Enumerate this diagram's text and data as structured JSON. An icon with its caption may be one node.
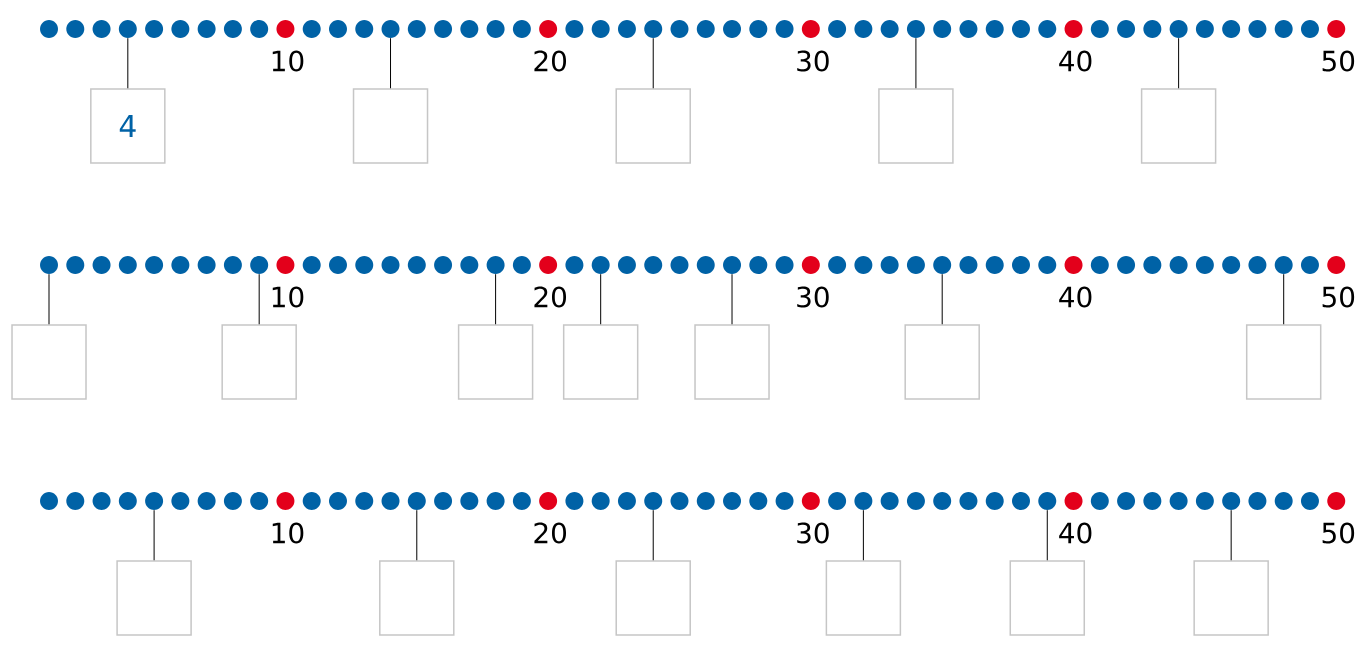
{
  "diagram": {
    "nodes": [
      {
        "text": [],
        "shape": "circle"
      },
      {
        "text": [],
        "shape": "circle"
      },
      {
        "text": [],
        "shape": "circle"
      },
      {
        "text": [],
        "shape": "circle"
      },
      {
        "text": [],
        "shape": "circle"
      },
      {
        "text": [],
        "shape": "circle"
      },
      {
        "text": [],
        "shape": "circle"
      },
      {
        "text": [],
        "shape": "circle"
      },
      {
        "text": [],
        "shape": "circle"
      },
      {
        "text": [],
        "shape": "circle"
      },
      {
        "text": [],
        "shape": "circle"
      },
      {
        "text": [],
        "shape": "circle"
      },
      {
        "text": [],
        "shape": "circle"
      },
      {
        "text": [],
        "shape": "circle"
      },
      {
        "text": [],
        "shape": "circle"
      },
      {
        "text": [],
        "shape": "circle"
      },
      {
        "text": [],
        "shape": "circle"
      },
      {
        "text": [],
        "shape": "circle"
      },
      {
        "text": [],
        "shape": "circle"
      },
      {
        "text": [],
        "shape": "circle"
      },
      {
        "text": [],
        "shape": "circle"
      },
      {
        "text": [],
        "shape": "circle"
      },
      {
        "text": [],
        "shape": "circle"
      },
      {
        "text": [],
        "shape": "circle"
      },
      {
        "text": [],
        "shape": "circle"
      },
      {
        "text": [],
        "shape": "circle"
      },
      {
        "text": [],
        "shape": "circle"
      },
      {
        "text": [],
        "shape": "circle"
      },
      {
        "text": [],
        "shape": "circle"
      },
      {
        "text": [],
        "shape": "circle"
      },
      {
        "text": [],
        "shape": "circle"
      },
      {
        "text": [],
        "shape": "circle"
      },
      {
        "text": [],
        "shape": "circle"
      },
      {
        "text": [],
        "shape": "circle"
      },
      {
        "text": [],
        "shape": "circle"
      },
      {
        "text": [],
        "shape": "circle"
      },
      {
        "text": [],
        "shape": "circle"
      },
      {
        "text": [],
        "shape": "circle"
      },
      {
        "text": [],
        "shape": "circle"
      },
      {
        "text": [],
        "shape": "circle"
      },
      {
        "text": [],
        "shape": "circle"
      },
      {
        "text": [],
        "shape": "circle"
      },
      {
        "text": [],
        "shape": "circle"
      },
      {
        "text": [],
        "shape": "circle"
      },
      {
        "text": [],
        "shape": "circle"
      },
      {
        "text": [],
        "shape": "circle"
      },
      {
        "text": [],
        "shape": "circle"
      },
      {
        "text": [],
        "shape": "circle"
      },
      {
        "text": [],
        "shape": "circle"
      },
      {
        "text": [],
        "shape": "circle"
      },
      {
        "text": [
          "4"
        ]
      },
      {
        "text": [],
        "shape": "box"
      },
      {
        "text": [],
        "shape": "box"
      },
      {
        "text": [],
        "shape": "box"
      },
      {
        "text": [],
        "shape": "box"
      },
      {
        "text": [],
        "shape": "circle"
      },
      {
        "text": [],
        "shape": "circle"
      },
      {
        "text": [],
        "shape": "circle"
      },
      {
        "text": [],
        "shape": "circle"
      },
      {
        "text": [],
        "shape": "circle"
      },
      {
        "text": [],
        "shape": "circle"
      },
      {
        "text": [],
        "shape": "circle"
      },
      {
        "text": [],
        "shape": "circle"
      },
      {
        "text": [],
        "shape": "circle"
      },
      {
        "text": [],
        "shape": "circle"
      },
      {
        "text": [],
        "shape": "circle"
      },
      {
        "text": [],
        "shape": "circle"
      },
      {
        "text": [],
        "shape": "circle"
      },
      {
        "text": [],
        "shape": "circle"
      },
      {
        "text": [],
        "shape": "circle"
      },
      {
        "text": [],
        "shape": "circle"
      },
      {
        "text": [],
        "shape": "circle"
      },
      {
        "text": [],
        "shape": "circle"
      },
      {
        "text": [],
        "shape": "circle"
      },
      {
        "text": [],
        "shape": "circle"
      },
      {
        "text": [],
        "shape": "circle"
      },
      {
        "text": [],
        "shape": "circle"
      },
      {
        "text": [],
        "shape": "circle"
      },
      {
        "text": [],
        "shape": "circle"
      },
      {
        "text": [],
        "shape": "circle"
      },
      {
        "text": [],
        "shape": "circle"
      },
      {
        "text": [],
        "shape": "circle"
      },
      {
        "text": [],
        "shape": "circle"
      },
      {
        "text": [],
        "shape": "circle"
      },
      {
        "text": [],
        "shape": "circle"
      },
      {
        "text": [],
        "shape": "circle"
      },
      {
        "text": [],
        "shape": "circle"
      },
      {
        "text": [],
        "shape": "circle"
      },
      {
        "text": [],
        "shape": "circle"
      },
      {
        "text": [],
        "shape": "circle"
      },
      {
        "text": [],
        "shape": "circle"
      },
      {
        "text": [],
        "shape": "circle"
      },
      {
        "text": [],
        "shape": "circle"
      },
      {
        "text": [],
        "shape": "circle"
      },
      {
        "text": [],
        "shape": "circle"
      },
      {
        "text": [],
        "shape": "circle"
      },
      {
        "text": [],
        "shape": "circle"
      },
      {
        "text": [],
        "shape": "circle"
      },
      {
        "text": [],
        "shape": "circle"
      },
      {
        "text": [],
        "shape": "circle"
      },
      {
        "text": [],
        "shape": "circle"
      },
      {
        "text": [],
        "shape": "circle"
      },
      {
        "text": [],
        "shape": "circle"
      },
      {
        "text": [],
        "shape": "circle"
      },
      {
        "text": [],
        "shape": "circle"
      },
      {
        "text": [],
        "shape": "box"
      },
      {
        "text": [],
        "shape": "box"
      },
      {
        "text": [],
        "shape": "box"
      },
      {
        "text": [],
        "shape": "box"
      },
      {
        "text": [],
        "shape": "box"
      },
      {
        "text": [],
        "shape": "box"
      },
      {
        "text": [],
        "shape": "box"
      },
      {
        "text": [],
        "shape": "circle"
      },
      {
        "text": [],
        "shape": "circle"
      },
      {
        "text": [],
        "shape": "circle"
      },
      {
        "text": [],
        "shape": "circle"
      },
      {
        "text": [],
        "shape": "circle"
      },
      {
        "text": [],
        "shape": "circle"
      },
      {
        "text": [],
        "shape": "circle"
      },
      {
        "text": [],
        "shape": "circle"
      },
      {
        "text": [],
        "shape": "circle"
      },
      {
        "text": [],
        "shape": "circle"
      },
      {
        "text": [],
        "shape": "circle"
      },
      {
        "text": [],
        "shape": "circle"
      },
      {
        "text": [],
        "shape": "circle"
      },
      {
        "text": [],
        "shape": "circle"
      },
      {
        "text": [],
        "shape": "circle"
      },
      {
        "text": [],
        "shape": "circle"
      },
      {
        "text": [],
        "shape": "circle"
      },
      {
        "text": [],
        "shape": "circle"
      },
      {
        "text": [],
        "shape": "circle"
      },
      {
        "text": [],
        "shape": "circle"
      },
      {
        "text": [],
        "shape": "circle"
      },
      {
        "text": [],
        "shape": "circle"
      },
      {
        "text": [],
        "shape": "circle"
      },
      {
        "text": [],
        "shape": "circle"
      },
      {
        "text": [],
        "shape": "circle"
      },
      {
        "text": [],
        "shape": "circle"
      },
      {
        "text": [],
        "shape": "circle"
      },
      {
        "text": [],
        "shape": "circle"
      },
      {
        "text": [],
        "shape": "circle"
      },
      {
        "text": [],
        "shape": "circle"
      },
      {
        "text": [],
        "shape": "circle"
      },
      {
        "text": [],
        "shape": "circle"
      },
      {
        "text": [],
        "shape": "circle"
      },
      {
        "text": [],
        "shape": "circle"
      },
      {
        "text": [],
        "shape": "circle"
      },
      {
        "text": [],
        "shape": "circle"
      },
      {
        "text": [],
        "shape": "circle"
      },
      {
        "text": [],
        "shape": "circle"
      },
      {
        "text": [],
        "shape": "circle"
      },
      {
        "text": [],
        "shape": "circle"
      },
      {
        "text": [],
        "shape": "circle"
      },
      {
        "text": [],
        "shape": "circle"
      },
      {
        "text": [],
        "shape": "circle"
      },
      {
        "text": [],
        "shape": "circle"
      },
      {
        "text": [],
        "shape": "circle"
      },
      {
        "text": [],
        "shape": "circle"
      },
      {
        "text": [],
        "shape": "circle"
      },
      {
        "text": [],
        "shape": "circle"
      },
      {
        "text": [],
        "shape": "circle"
      },
      {
        "text": [],
        "shape": "circle"
      },
      {
        "text": [],
        "shape": "box"
      },
      {
        "text": [],
        "shape": "box"
      },
      {
        "text": [],
        "shape": "box"
      },
      {
        "text": [],
        "shape": "box"
      },
      {
        "text": [],
        "shape": "box"
      },
      {
        "text": [],
        "shape": "box"
      }
    ],
    "edges": [
      {
        "from": 3,
        "to": 50,
        "arrow": "none"
      },
      {
        "from": 13,
        "to": 51,
        "arrow": "none"
      },
      {
        "from": 23,
        "to": 52,
        "arrow": "none"
      },
      {
        "from": 33,
        "to": 53,
        "arrow": "none"
      },
      {
        "from": 43,
        "to": 54,
        "arrow": "none"
      },
      {
        "from": 55,
        "to": 105,
        "arrow": "none"
      },
      {
        "from": 63,
        "to": 106,
        "arrow": "none"
      },
      {
        "from": 72,
        "to": 107,
        "arrow": "none"
      },
      {
        "from": 76,
        "to": 108,
        "arrow": "none"
      },
      {
        "from": 81,
        "to": 109,
        "arrow": "none"
      },
      {
        "from": 89,
        "to": 110,
        "arrow": "none"
      },
      {
        "from": 102,
        "to": 111,
        "arrow": "none"
      },
      {
        "from": 116,
        "to": 162,
        "arrow": "none"
      },
      {
        "from": 126,
        "to": 163,
        "arrow": "none"
      },
      {
        "from": 135,
        "to": 164,
        "arrow": "none"
      },
      {
        "from": 143,
        "to": 165,
        "arrow": "none"
      },
      {
        "from": 150,
        "to": 166,
        "arrow": "none"
      },
      {
        "from": 157,
        "to": 167,
        "arrow": "none"
      }
    ],
    "labels": [
      "10",
      "20",
      "30",
      "40",
      "50",
      "10",
      "20",
      "30",
      "40",
      "50",
      "10",
      "20",
      "30",
      "40",
      "50"
    ]
  }
}
